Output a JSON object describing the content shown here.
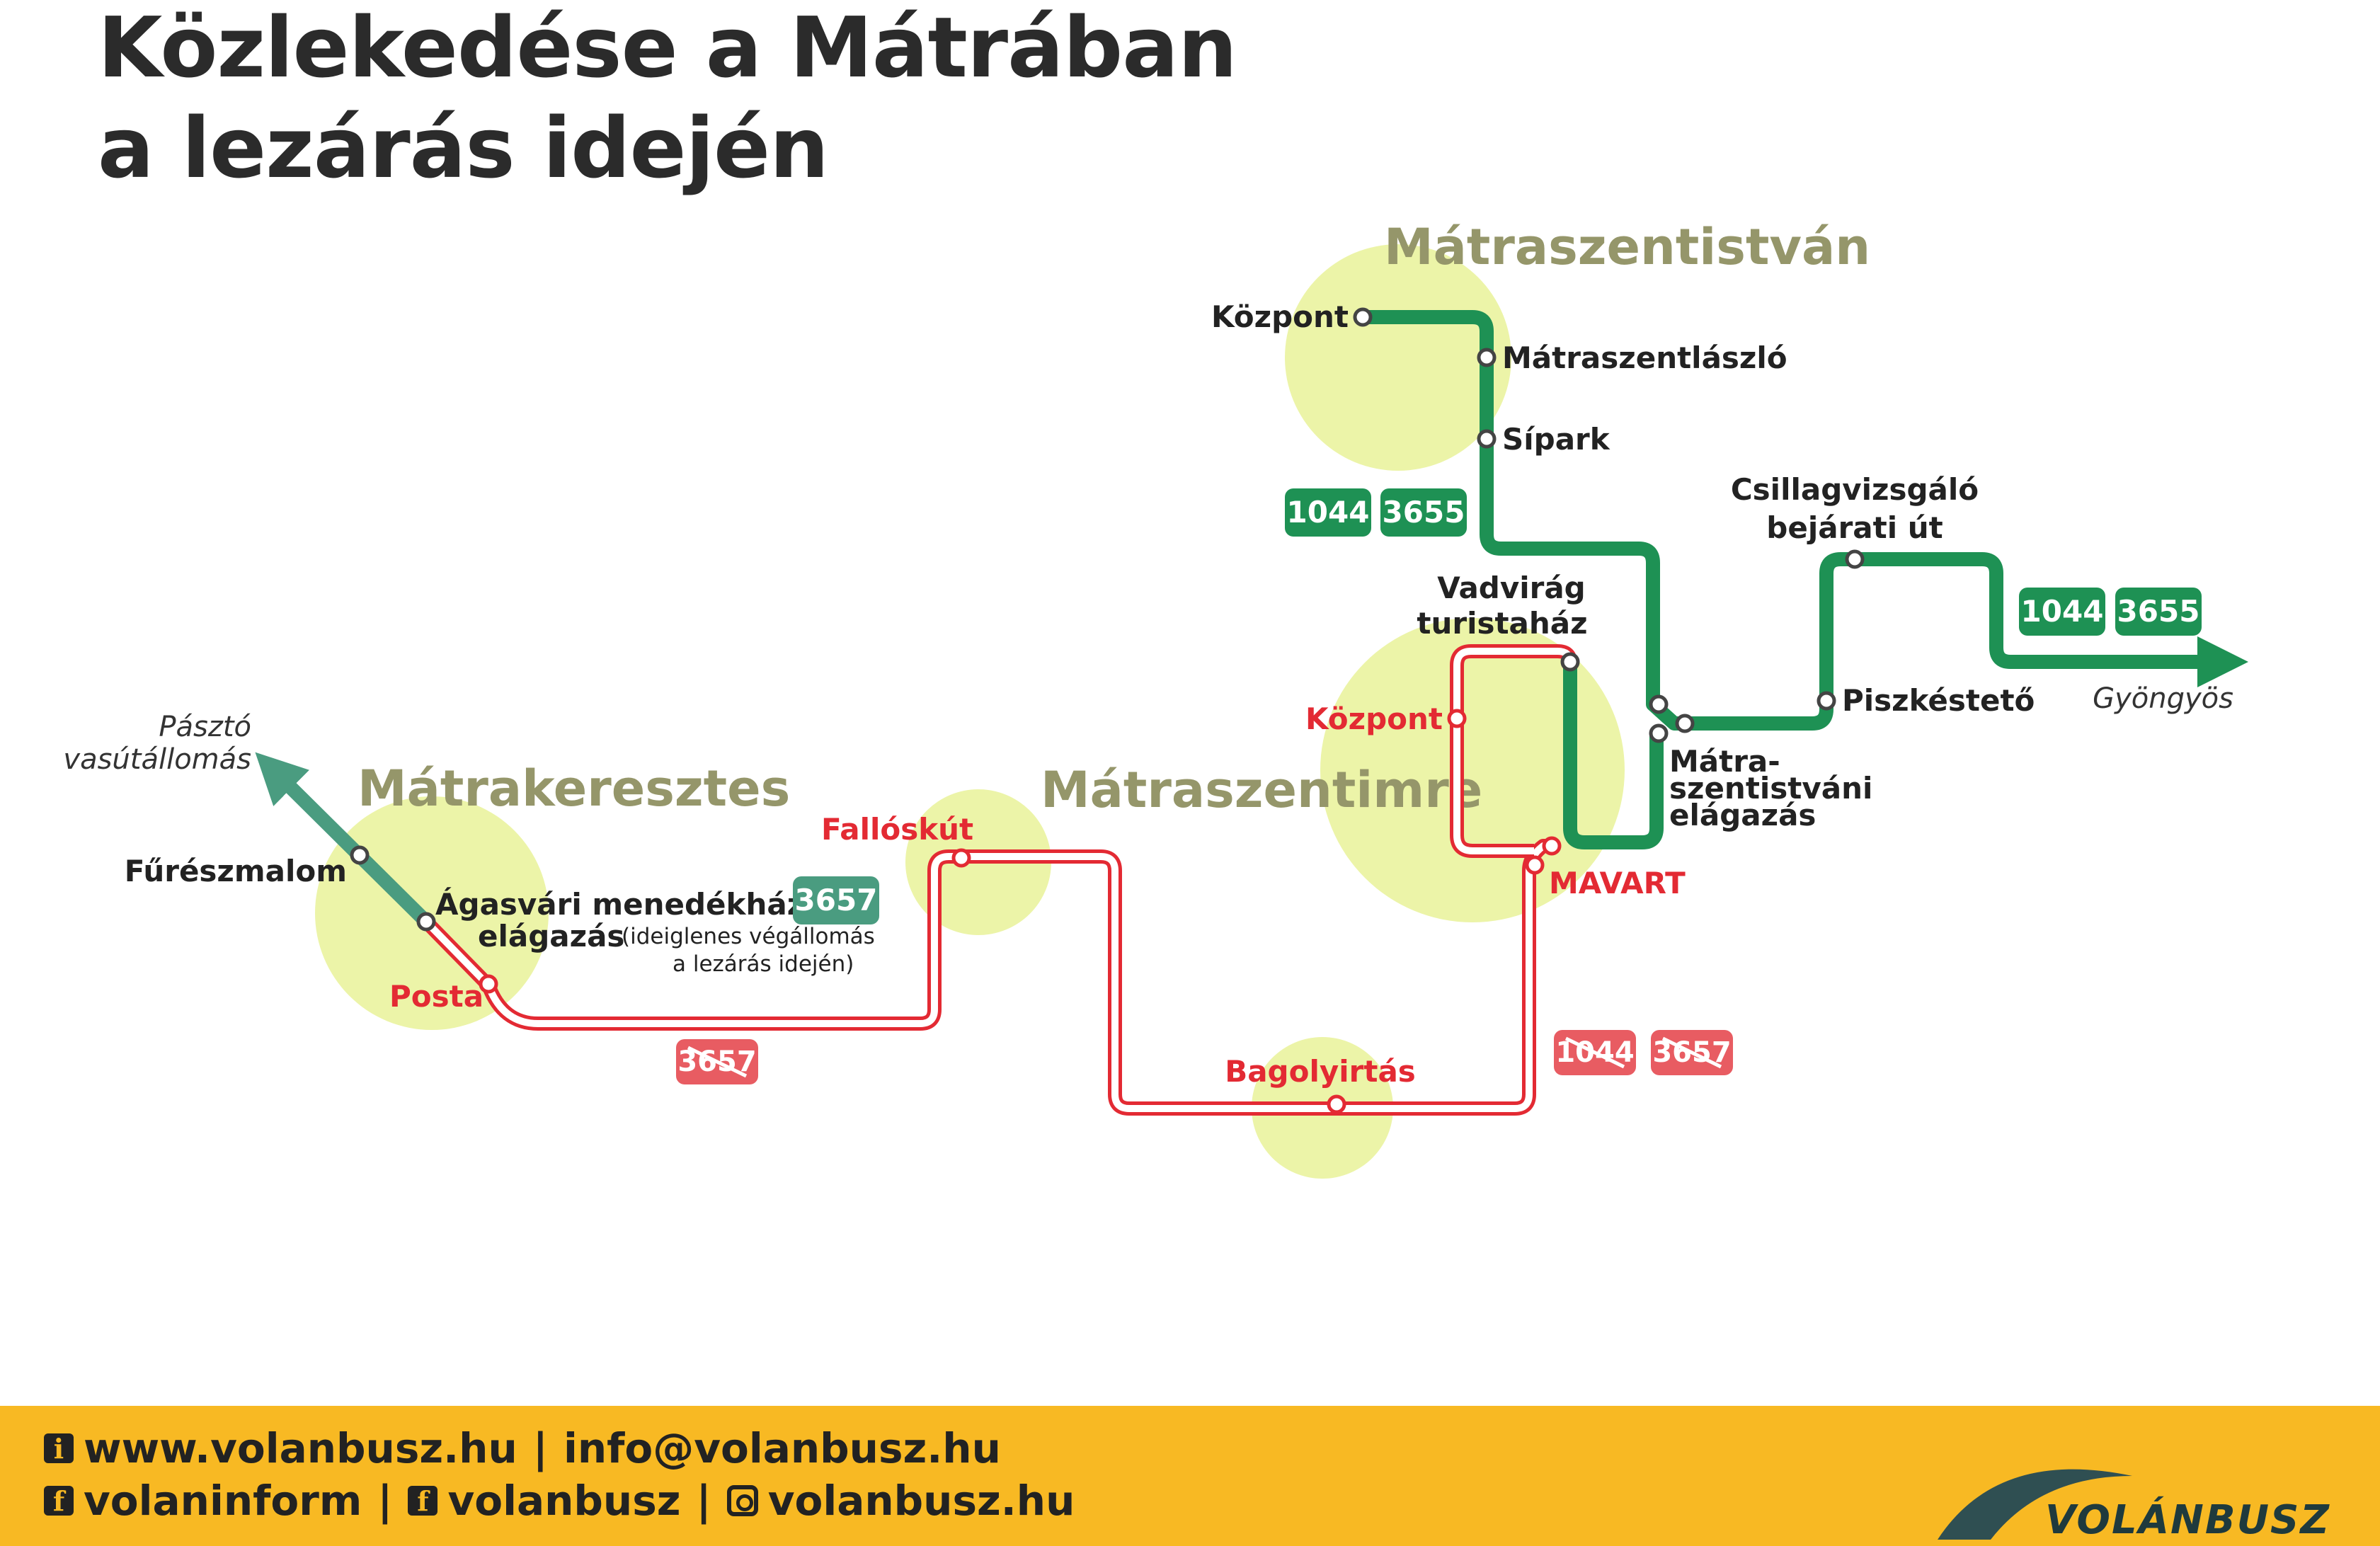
{
  "title": {
    "line1": "Közlekedése a Mátrában",
    "line2": "a lezárás idején"
  },
  "colors": {
    "green": "#1e9154",
    "red": "#e32a33",
    "teal": "#4a9c80",
    "zone": "#ecf4a8",
    "zone_label": "#95966a",
    "footer_bg": "#f8b923"
  },
  "zones": {
    "matraszentistvan": "Mátraszentistván",
    "matrakeresztes": "Mátrakeresztes",
    "matraszentimre": "Mátraszentimre"
  },
  "stops": {
    "kozpont_green": "Központ",
    "matraszentlaszlo": "Mátraszentlászló",
    "sipark": "Sípark",
    "csillag_1": "Csillagvizsgáló",
    "csillag_2": "bejárati út",
    "piszkesteto": "Piszkéstető",
    "matra_elag_1": "Mátra-",
    "matra_elag_2": "szentistváni",
    "matra_elag_3": "elágazás",
    "vadvirag_1": "Vadvirág",
    "vadvirag_2": "turistaház",
    "kozpont_red": "Központ",
    "mavart": "MAVART",
    "fallosku": "Fallóskút",
    "bagolyirtas": "Bagolyirtás",
    "posta": "Posta",
    "fureszmalom": "Fűrészmalom",
    "agasvari_1": "Ágasvári menedékház",
    "agasvari_2": "elágazás",
    "agasvari_note_1": "(ideiglenes végállomás",
    "agasvari_note_2": "a lezárás idején)"
  },
  "destinations": {
    "paszto_1": "Pásztó",
    "paszto_2": "vasútállomás",
    "gyongyos": "Gyöngyös"
  },
  "routes": {
    "r1044": "1044",
    "r3655": "3655",
    "r3657": "3657"
  },
  "footer": {
    "web": "www.volanbusz.hu",
    "sep": "|",
    "email": "info@volanbusz.hu",
    "fb1": "volaninform",
    "fb2": "volanbusz",
    "ig": "volanbusz.hu",
    "info_icon": "i",
    "fb_icon": "f",
    "logo": "VOLÁNBUSZ"
  }
}
